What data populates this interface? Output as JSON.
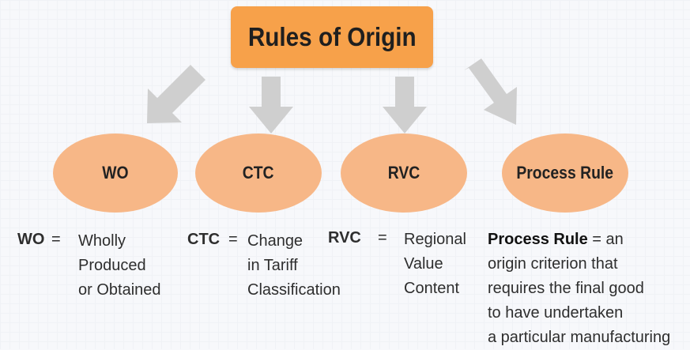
{
  "title": "Rules of Origin",
  "colors": {
    "title_box": "#f7a14a",
    "ellipse_fill": "#f7b787",
    "arrow_fill": "#cfcfcf"
  },
  "nodes": [
    {
      "label": "WO"
    },
    {
      "label": "CTC"
    },
    {
      "label": "RVC"
    },
    {
      "label": "Process Rule"
    }
  ],
  "definitions": [
    {
      "abbr": "WO",
      "eq": "=",
      "lines": [
        "Wholly",
        "Produced",
        "or Obtained"
      ]
    },
    {
      "abbr": "CTC",
      "eq": "=",
      "lines": [
        "Change",
        "in Tariff",
        "Classification"
      ]
    },
    {
      "abbr": "RVC",
      "eq": "=",
      "lines": [
        "Regional",
        "Value",
        "Content"
      ]
    },
    {
      "abbr": "Process Rule",
      "eq": "= an",
      "lines": [
        "origin criterion that",
        "requires the final good",
        "to have undertaken",
        "a particular manufacturing"
      ]
    }
  ]
}
